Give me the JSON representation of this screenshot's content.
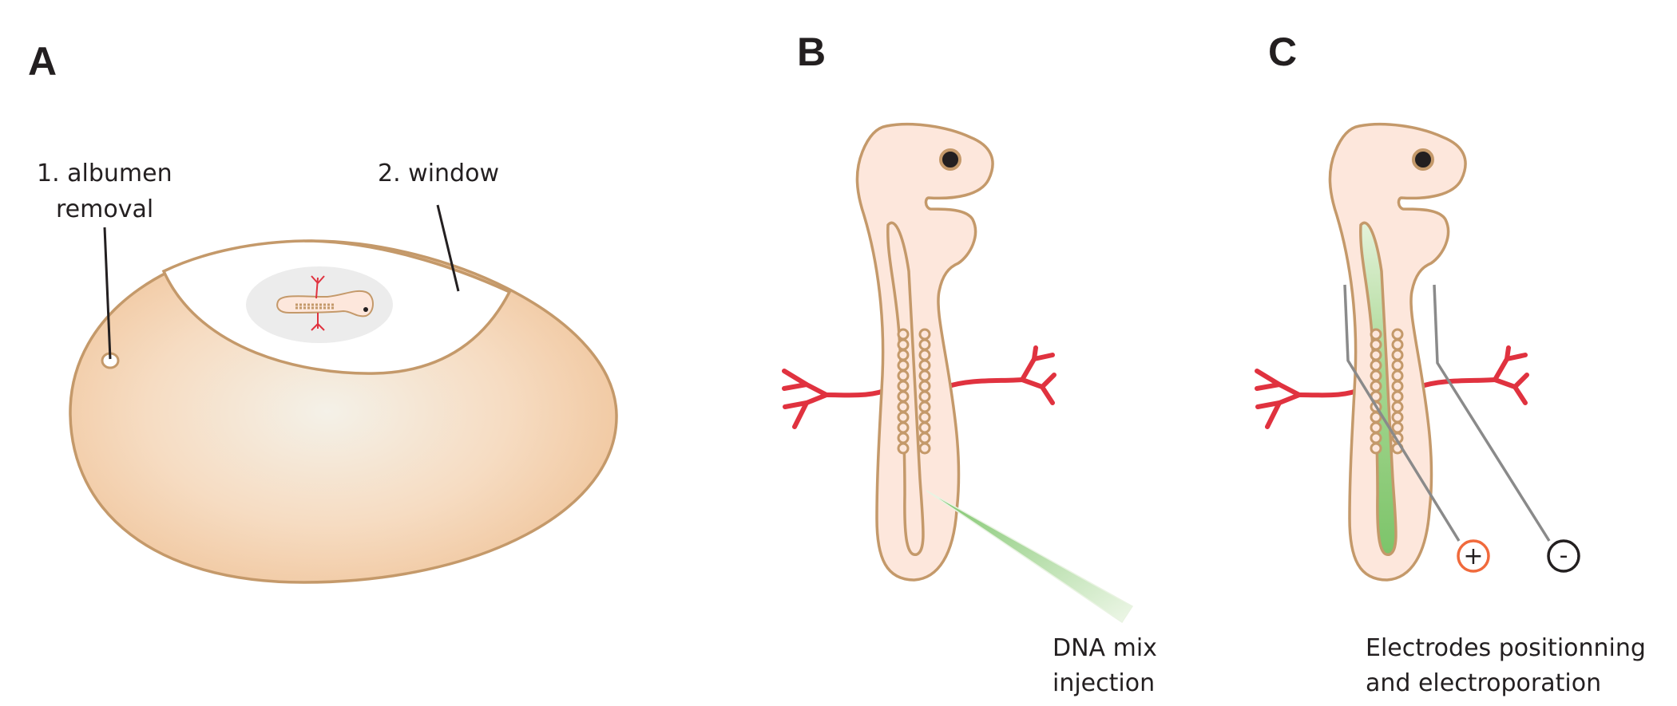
{
  "panels": {
    "a": {
      "letter": "A",
      "label_albumen_line1": "1. albumen",
      "label_albumen_line2": "removal",
      "label_window": "2. window"
    },
    "b": {
      "letter": "B",
      "caption_line1": "DNA mix",
      "caption_line2": "injection"
    },
    "c": {
      "letter": "C",
      "caption_line1": "Electrodes positionning",
      "caption_line2": "and electroporation",
      "anode_symbol": "+",
      "cathode_symbol": "-"
    }
  },
  "colors": {
    "egg_fill": "#f2c9a1",
    "egg_center": "#f4f1e8",
    "egg_outline": "#c4996a",
    "embryo_fill": "#fde7dc",
    "embryo_outline": "#c4996a",
    "vessel": "#e0323f",
    "neural_tube_green": "#7cc46a",
    "anode": "#f06a3c",
    "cathode": "#231f20",
    "electrode_wire": "#8a8a8a"
  }
}
